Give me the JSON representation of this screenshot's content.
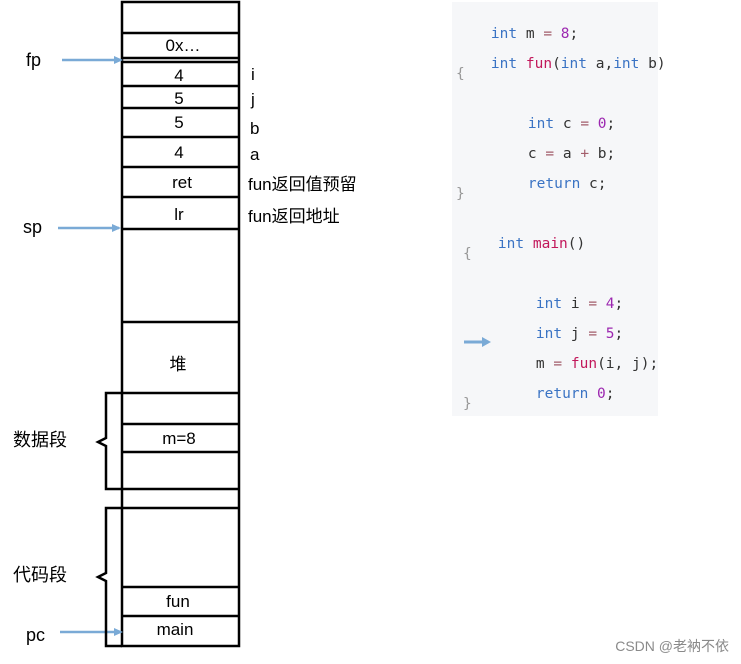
{
  "stack_cells": [
    "0x…",
    "4",
    "5",
    "5",
    "4",
    "ret",
    "lr",
    "堆",
    "m=8",
    "fun",
    "main"
  ],
  "slot_labels": [
    "i",
    "j",
    "b",
    "a",
    "fun返回值预留",
    "fun返回地址"
  ],
  "registers": [
    "fp",
    "sp",
    "pc"
  ],
  "segments": [
    "数据段",
    "代码段"
  ],
  "code": {
    "m_decl": [
      "int",
      " m ",
      "=",
      " ",
      "8",
      ";"
    ],
    "fun_sig": [
      "int",
      " ",
      "fun",
      "(",
      "int",
      " a,",
      "int",
      " b)"
    ],
    "open_brace": "{",
    "c_decl": [
      "int",
      " c ",
      "=",
      " ",
      "0",
      ";"
    ],
    "c_assign": [
      "c ",
      "=",
      " a ",
      "+",
      " b;"
    ],
    "ret_c": [
      "return",
      " c;"
    ],
    "close_brace": "}",
    "main_sig": [
      "int",
      " ",
      "main",
      "()"
    ],
    "i_decl": [
      "int",
      " i ",
      "=",
      " ",
      "4",
      ";"
    ],
    "j_decl": [
      "int",
      " j ",
      "=",
      " ",
      "5",
      ";"
    ],
    "m_assign": [
      "m ",
      "=",
      " ",
      "fun",
      "(i, j);"
    ],
    "ret_0": [
      "return",
      " ",
      "0",
      ";"
    ]
  },
  "watermark": "CSDN @老衲不依",
  "colors": {
    "arrow": "#7aaad6",
    "line": "#000000"
  }
}
